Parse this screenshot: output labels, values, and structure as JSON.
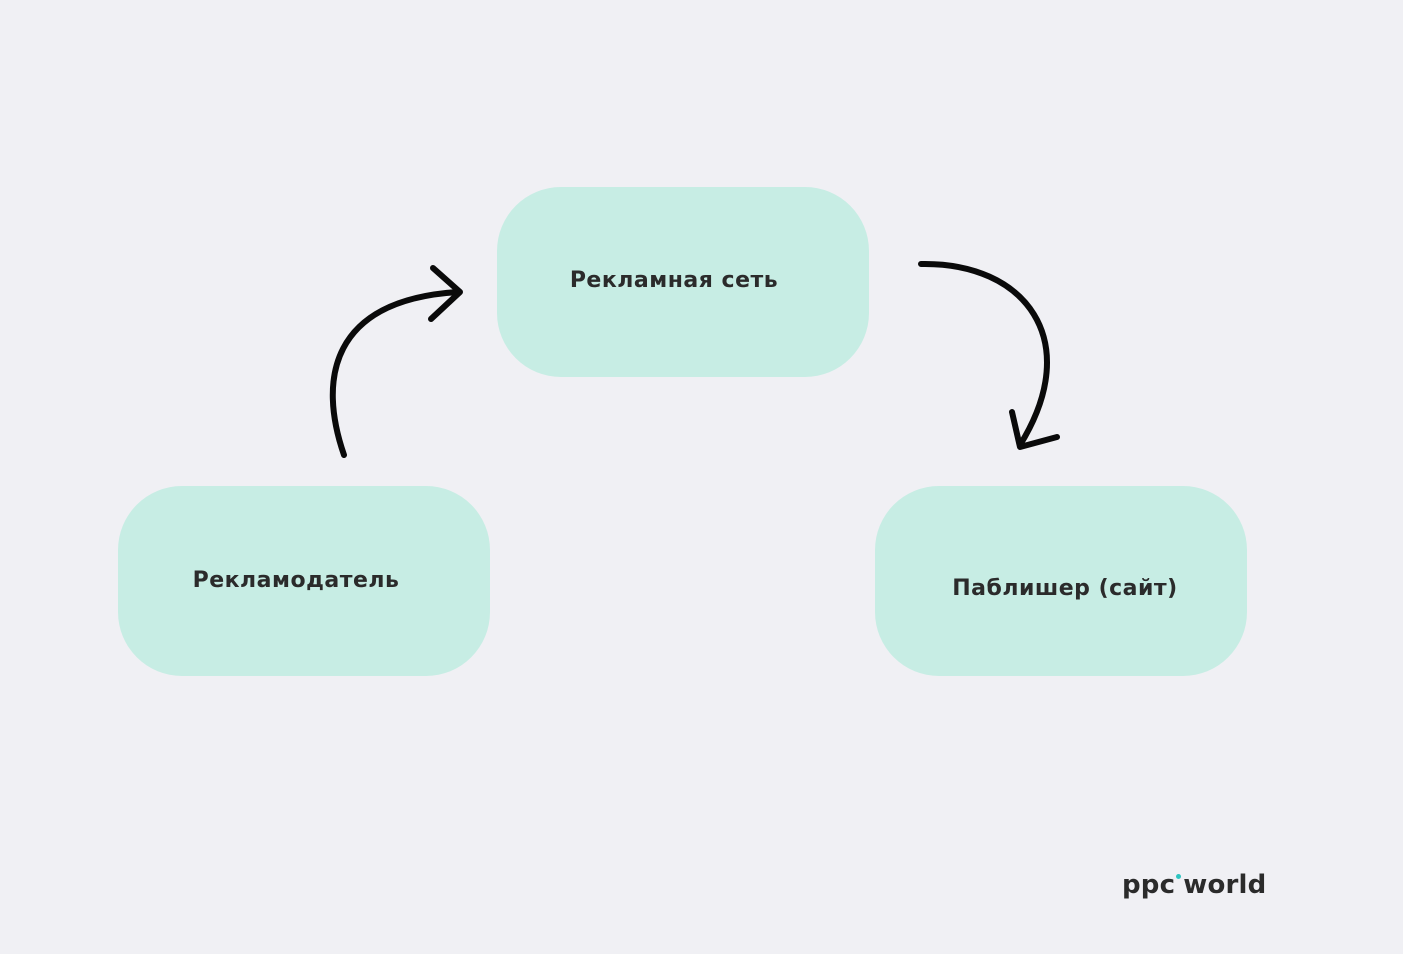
{
  "diagram": {
    "nodes": {
      "network": "Рекламная сеть",
      "advertiser": "Рекламодатель",
      "publisher": "Паблишер (сайт)"
    }
  },
  "logo": {
    "left": "ppc",
    "right": "world"
  },
  "colors": {
    "background": "#f0f0f4",
    "node_fill": "#c7ede4",
    "arrow": "#0a0a0a",
    "logo_text": "#2b2b2b",
    "logo_dot": "#2ec4c0"
  }
}
